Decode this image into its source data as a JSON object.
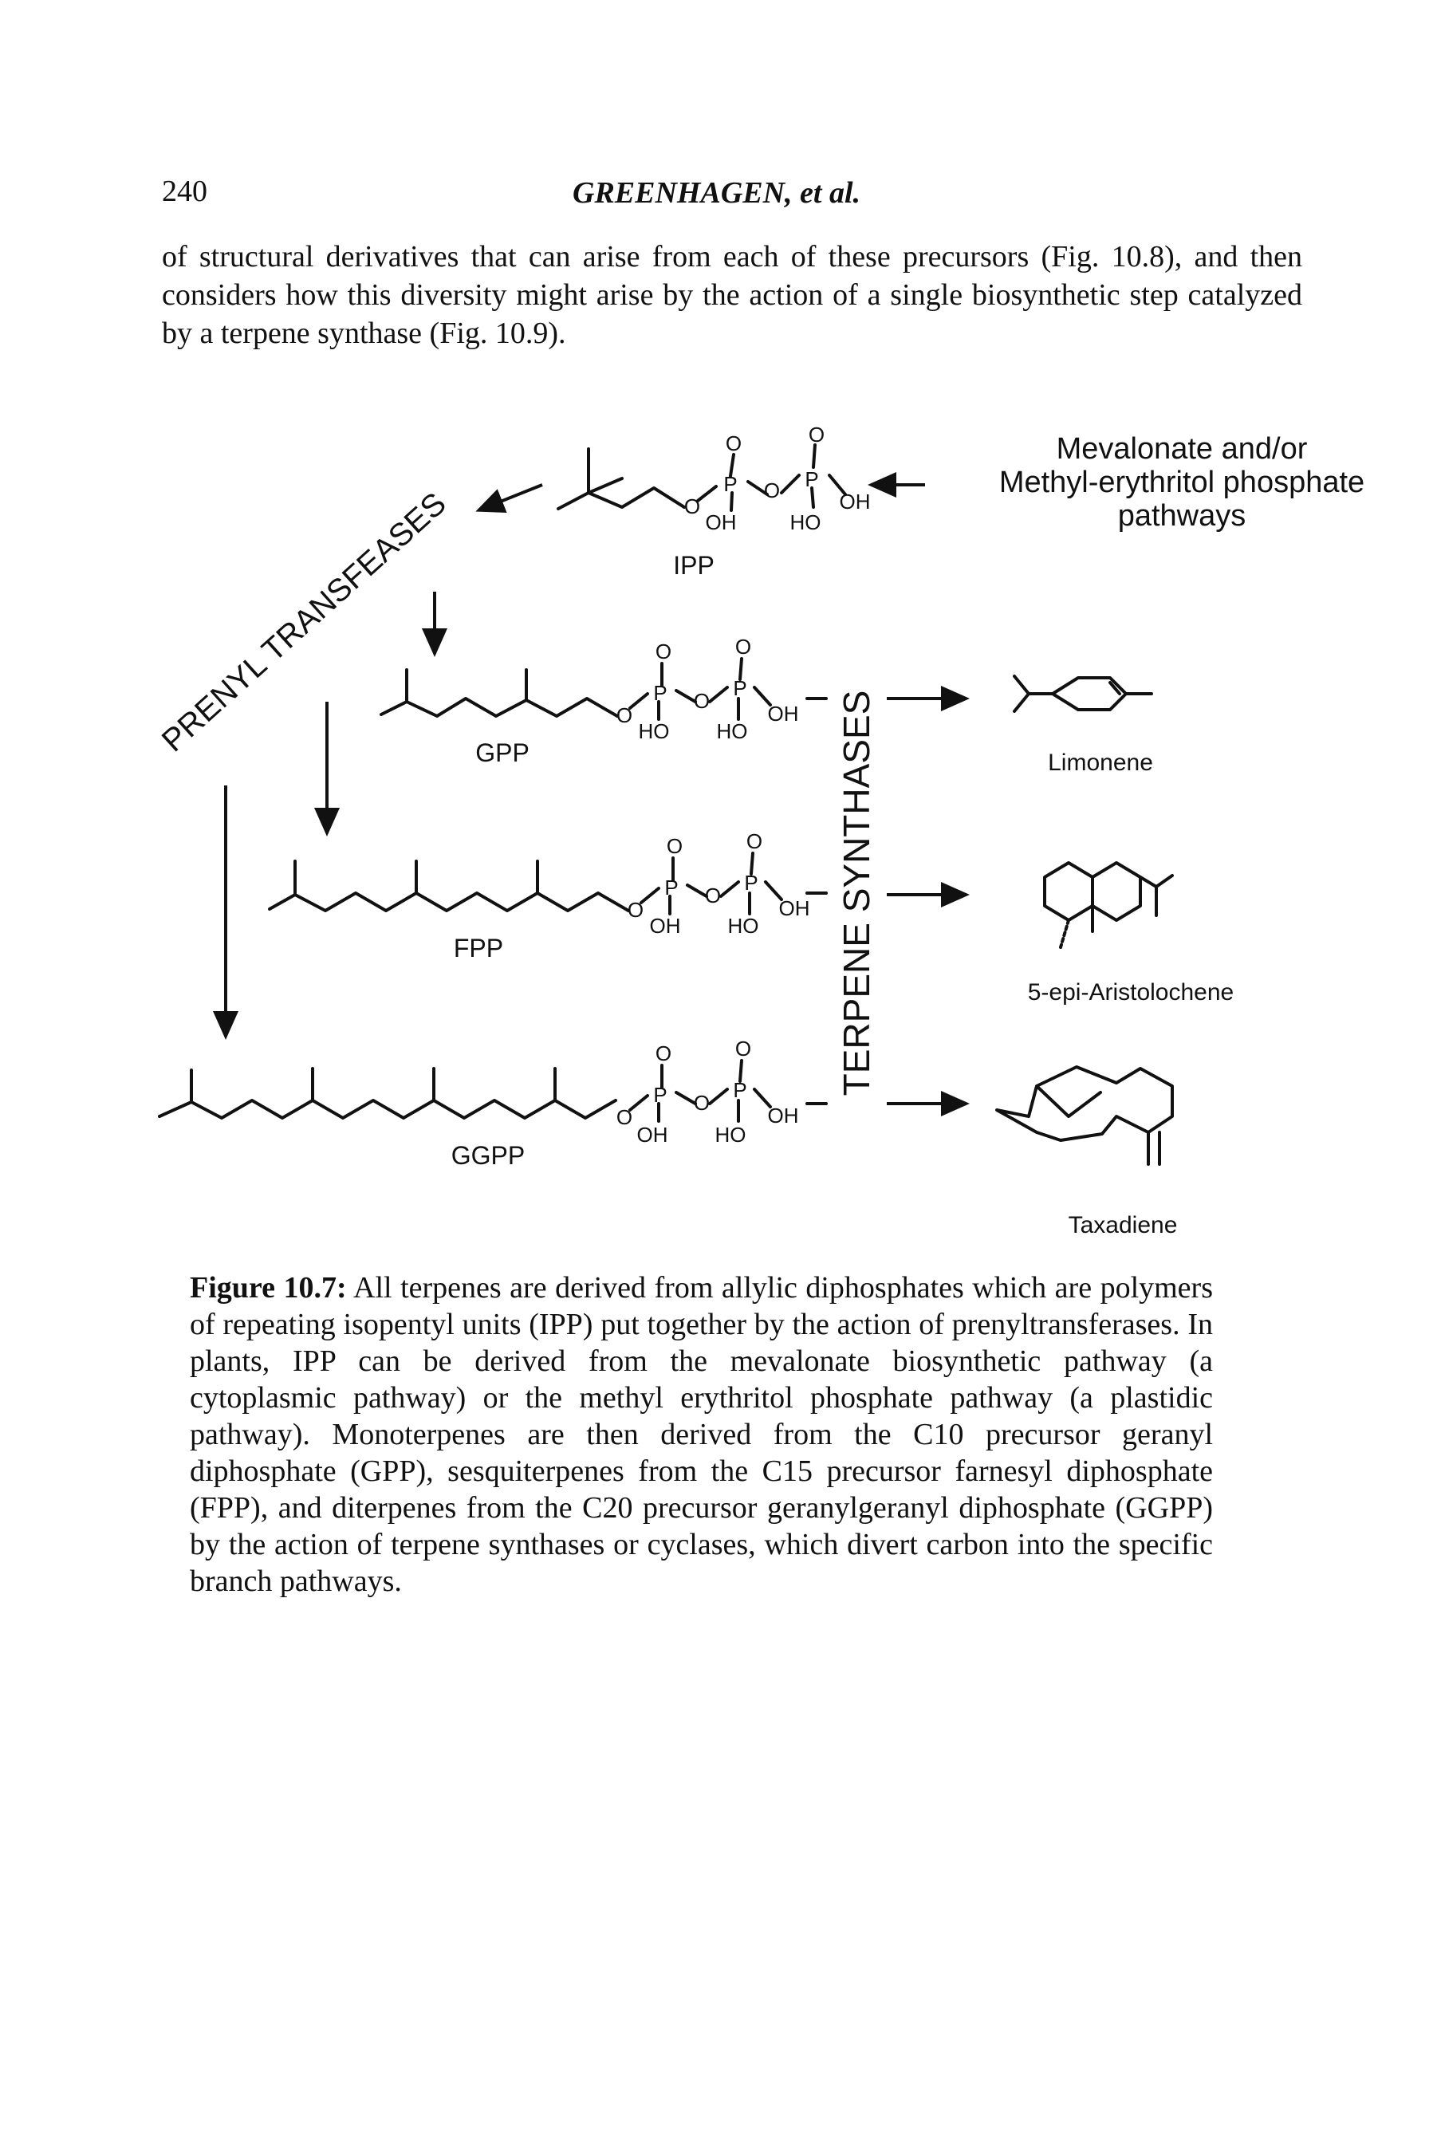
{
  "header": {
    "page_number": "240",
    "running_head": "GREENHAGEN, et al."
  },
  "intro_text": "of structural derivatives that can arise from each of these precursors (Fig. 10.8), and then considers how this diversity might arise by the action of a single biosynthetic step catalyzed by a terpene synthase (Fig. 10.9).",
  "figure": {
    "source": {
      "line1": "Mevalonate and/or",
      "line2": "Methyl-erythritol phosphate",
      "line3": "pathways"
    },
    "enzymes": {
      "prenyl": "PRENYL TRANSFEASES",
      "terpene": "TERPENE SYNTHASES"
    },
    "precursors": {
      "ipp": "IPP",
      "gpp": "GPP",
      "fpp": "FPP",
      "ggpp": "GGPP"
    },
    "products": {
      "limonene": "Limonene",
      "aristolochene": "5-epi-Aristolochene",
      "taxadiene": "Taxadiene"
    },
    "atoms": {
      "O": "O",
      "P": "P",
      "OH": "OH",
      "HO": "HO"
    }
  },
  "caption": {
    "label": "Figure 10.7:",
    "text": " All terpenes are derived from allylic diphosphates which are polymers of repeating isopentyl units (IPP) put together by the action of prenyltransferases. In plants, IPP can be derived from the mevalonate biosynthetic pathway (a cytoplasmic pathway) or the methyl erythritol phosphate pathway (a plastidic pathway). Monoterpenes are then derived from the C10 precursor geranyl diphosphate (GPP), sesquiterpenes from the C15 precursor farnesyl diphosphate (FPP), and diterpenes from the C20 precursor geranylgeranyl diphosphate (GGPP) by the action of terpene synthases or cyclases, which divert carbon into the specific branch pathways."
  }
}
